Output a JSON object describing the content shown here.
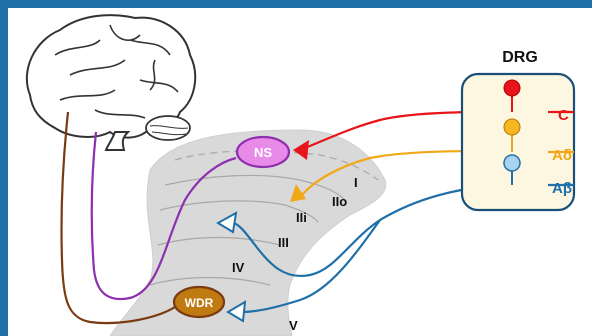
{
  "diagram": {
    "drg_title": "DRG",
    "fibers": [
      {
        "label": "C",
        "color": "#e8141b"
      },
      {
        "label": "Aδ",
        "color": "#f0a818"
      },
      {
        "label": "Aβ",
        "color": "#1f6fa8"
      }
    ],
    "neurons": {
      "ns": {
        "label": "NS",
        "color": "#e88ae8"
      },
      "wdr": {
        "label": "WDR",
        "color": "#c07a12"
      }
    },
    "laminae": [
      "I",
      "IIo",
      "IIi",
      "III",
      "IV",
      "V"
    ],
    "pathway_colors": {
      "ns_tract": "#8e2fb0",
      "wdr_tract": "#7a3a12"
    }
  }
}
